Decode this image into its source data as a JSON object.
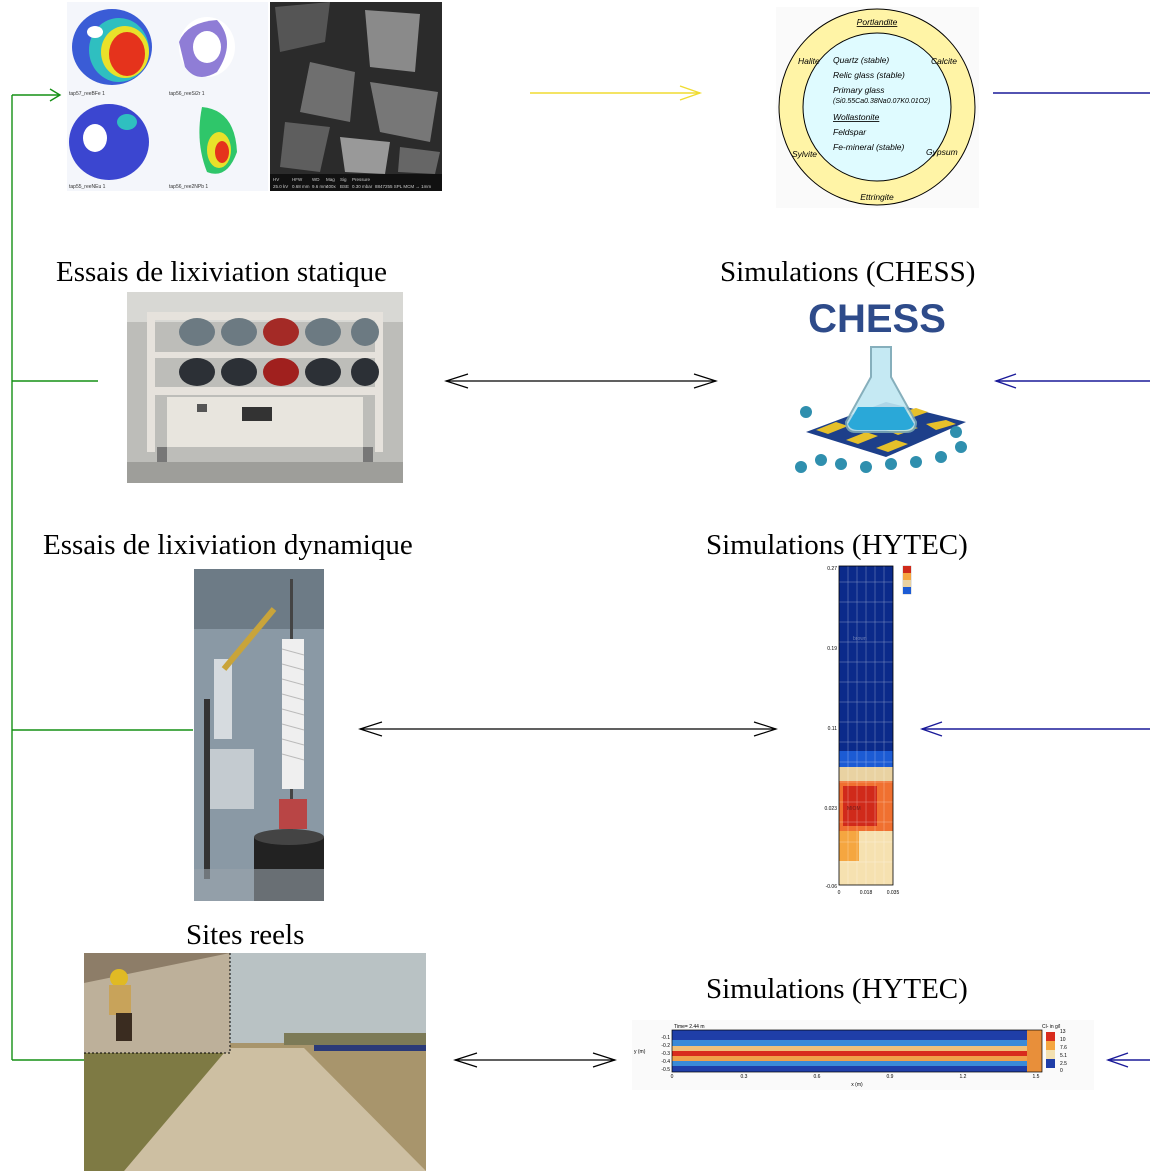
{
  "titles": {
    "static": "Essais de lixiviation statique",
    "chess": "Simulations (CHESS)",
    "dynamic": "Essais de lixiviation dynamique",
    "hytec1": "Simulations (HYTEC)",
    "sites": "Sites reels",
    "hytec2": "Simulations (HYTEC)"
  },
  "mineral_diagram": {
    "outer_ring": [
      "Portlandite",
      "Calcite",
      "Gypsum",
      "Ettringite",
      "Sylvite",
      "Halite"
    ],
    "inner": {
      "quartz": "Quartz (stable)",
      "relic": "Relic glass (stable)",
      "primary": "Primary glass",
      "formula": "(Si0.55Ca0.38Na0.07K0.01O2)",
      "wollastonite": "Wollastonite",
      "feldspar": "Feldspar",
      "femineral": "Fe-mineral (stable)"
    }
  },
  "chess_logo": "CHESS",
  "micro_maps": {
    "labels": [
      "tap57_reeBFe 1",
      "tap56_reeSi2r 1",
      "tap55_reeNEu 1",
      "tap56_ree2NPb 1"
    ],
    "sem_footer": [
      "HV",
      "HFW",
      "WD",
      "Mag",
      "Sig",
      "Pressure",
      "25.0 kV",
      "0.68 mm",
      "9.6 mm",
      "400x",
      "BSE",
      "0.30 mbar",
      "8847255 SPL MCM → 1mm"
    ]
  },
  "hytec_column": {
    "y_ticks": [
      "0.27",
      "0.19",
      "0.11",
      "0.023",
      "-0.06"
    ],
    "x_ticks": [
      "0",
      "0.018",
      "0.035"
    ],
    "zone_labels": [
      "brown",
      "MIOM"
    ]
  },
  "hytec_section": {
    "time": "Time= 2.44 m",
    "legend_title": "Cl- in g/l",
    "legend_values": [
      "13",
      "10",
      "7.6",
      "5.1",
      "2.5",
      "0"
    ],
    "y_ticks": [
      "-0.1",
      "-0.2",
      "-0.3",
      "-0.4",
      "-0.5"
    ],
    "x_ticks": [
      "0",
      "0.3",
      "0.6",
      "0.9",
      "1.2",
      "1.5"
    ],
    "ylabel": "y (m)",
    "xlabel": "x (m)"
  },
  "colors": {
    "green": "#159015",
    "yellow": "#f0dc30",
    "blue": "#1a1a99",
    "black": "#000000",
    "outer_ring": "#fff4a6",
    "inner_circle": "#dffbff"
  }
}
